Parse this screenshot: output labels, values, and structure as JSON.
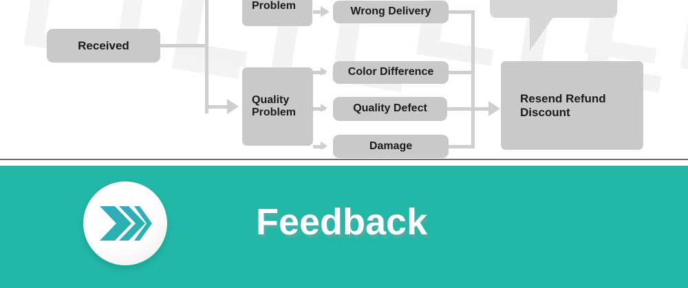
{
  "diagram": {
    "type": "flowchart",
    "nodes": [
      {
        "id": "received",
        "label": "Received"
      },
      {
        "id": "delivery_problem",
        "label": "Delivery\nProblem"
      },
      {
        "id": "quality_problem",
        "label": "Quality\nProblem"
      },
      {
        "id": "wrong_delivery",
        "label": "Wrong Delivery"
      },
      {
        "id": "color_difference",
        "label": "Color Difference"
      },
      {
        "id": "quality_defect",
        "label": "Quality Defect"
      },
      {
        "id": "damage",
        "label": "Damage"
      },
      {
        "id": "resend_refund_discount",
        "label": "Resend Refund\nDiscount"
      }
    ],
    "edges": [
      {
        "from": "received",
        "to": "delivery_problem"
      },
      {
        "from": "received",
        "to": "quality_problem"
      },
      {
        "from": "delivery_problem",
        "to": "wrong_delivery"
      },
      {
        "from": "quality_problem",
        "to": "color_difference"
      },
      {
        "from": "quality_problem",
        "to": "quality_defect"
      },
      {
        "from": "quality_problem",
        "to": "damage"
      },
      {
        "from": "wrong_delivery",
        "to": "resend_refund_discount"
      },
      {
        "from": "color_difference",
        "to": "resend_refund_discount"
      },
      {
        "from": "quality_defect",
        "to": "resend_refund_discount"
      },
      {
        "from": "damage",
        "to": "resend_refund_discount"
      }
    ],
    "watermark_text": "LTL",
    "colors": {
      "node_fill": "#c9c9c9",
      "connector": "#cfcfcf",
      "text": "#1a1a1a",
      "background": "#ffffff",
      "watermark": "#f3f3f3",
      "bubble": "#d7d7d7"
    }
  },
  "banner": {
    "title": "Feedback",
    "icon": "triple-chevron-right-icon",
    "colors": {
      "background": "#22b8a8",
      "title": "#ffffff",
      "circle": "#ffffff",
      "chevron_start": "#3aa6c4",
      "chevron_end": "#23b7a6"
    }
  },
  "separator": {
    "color": "#6e6e6e"
  }
}
